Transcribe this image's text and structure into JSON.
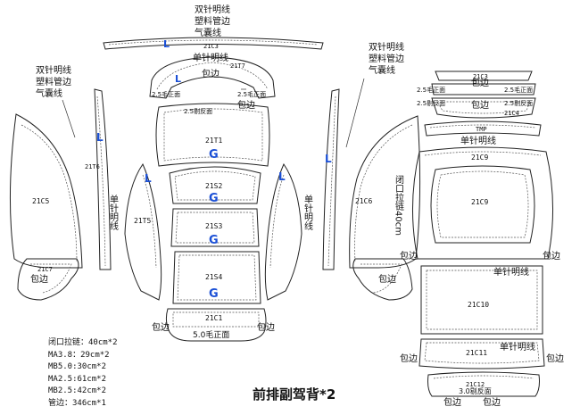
{
  "title": "前排副驾背*2",
  "notes": [
    "闭口拉链：40cm*2",
    "MA3.8：29cm*2",
    "MB5.0:30cm*2",
    "MA2.5:61cm*2",
    "MB2.5:42cm*2",
    "管边：346cm*1"
  ],
  "callouts": {
    "left": [
      "双针明线",
      "塑料管边",
      "气囊线"
    ],
    "top": [
      "双针明线",
      "塑料管边",
      "气囊线"
    ],
    "right": [
      "双针明线",
      "塑料管边",
      "气囊线"
    ]
  },
  "pieces": {
    "c3_top": "21C3",
    "t7": "21T7",
    "t1": "21T1",
    "s2": "21S2",
    "s3": "21S3",
    "s4": "21S4",
    "c1": "21C1",
    "c5": "21C5",
    "c6": "21C6",
    "t6": "21T6",
    "t5": "21T5",
    "c7": "21C7",
    "c3_right": "21C3",
    "c4": "21C4",
    "tmp": "TMP",
    "c9_top": "21C9",
    "c9": "21C9",
    "c10": "21C10",
    "c11": "21C11",
    "c12": "21C12"
  },
  "labels": {
    "single_needle": "单针明线",
    "single_needle_v": "单针明线",
    "binding": "包边",
    "mb25_face": "2.5毛正面",
    "mb25_face_b": "2.5毛正面",
    "ma25_back": "2.5剔反面",
    "mb50_face": "5.0毛正面",
    "ma30_back": "3.0剔反面",
    "zip_v": "闭口拉链40cm",
    "mark_L": "L",
    "mark_G": "G"
  },
  "colors": {
    "mark_blue": "#1a4fd6",
    "ink": "#111111"
  }
}
